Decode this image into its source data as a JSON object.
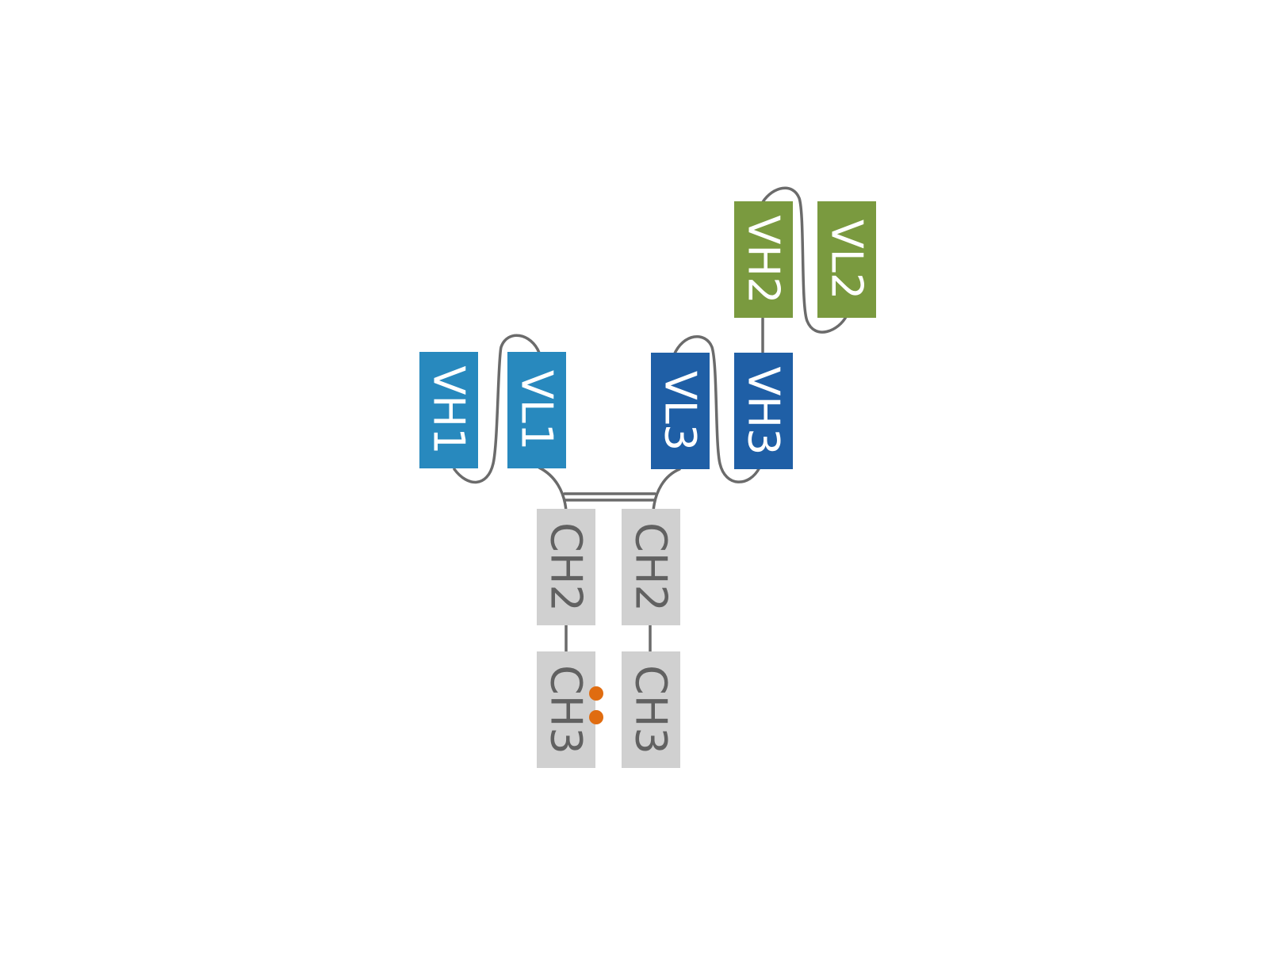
{
  "colors": {
    "vh1_vl1": "#2889be",
    "vh3_vl3": "#1f5fa6",
    "vh2_vl2": "#7a9a3f",
    "constant": "#d0d0d0",
    "linker": "#6b6b6b",
    "knob_hole": "#e06c10",
    "label_light": "#ffffff",
    "label_dark": "#616161"
  },
  "domains": {
    "vh1": "VH1",
    "vl1": "VL1",
    "vl3": "VL3",
    "vh3": "VH3",
    "vh2": "VH2",
    "vl2": "VL2",
    "ch2_left": "CH2",
    "ch2_right": "CH2",
    "ch3_left": "CH3",
    "ch3_right": "CH3"
  }
}
